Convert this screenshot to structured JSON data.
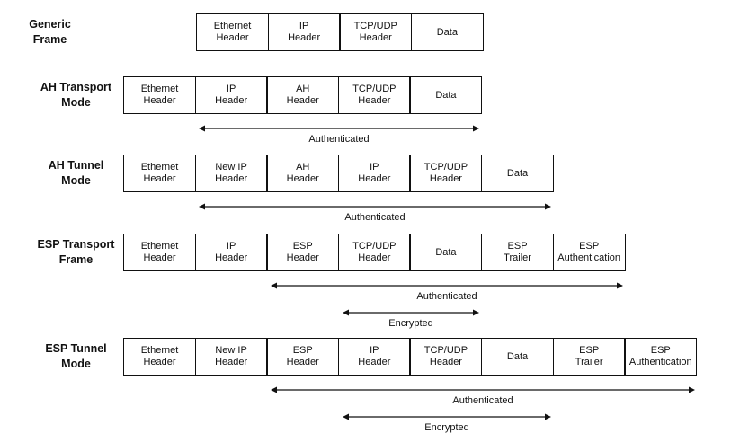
{
  "rows": [
    {
      "label": "Generic\nFrame",
      "cells": [
        "Ethernet\nHeader",
        "IP\nHeader",
        "TCP/UDP\nHeader",
        "Data"
      ],
      "spans": []
    },
    {
      "label": "AH Transport\nMode",
      "cells": [
        "Ethernet\nHeader",
        "IP\nHeader",
        "AH\nHeader",
        "TCP/UDP\nHeader",
        "Data"
      ],
      "spans": [
        {
          "label": "Authenticated",
          "from_cell": 1,
          "to_cell": 4
        }
      ]
    },
    {
      "label": "AH Tunnel\nMode",
      "cells": [
        "Ethernet\nHeader",
        "New IP\nHeader",
        "AH\nHeader",
        "IP\nHeader",
        "TCP/UDP\nHeader",
        "Data"
      ],
      "spans": [
        {
          "label": "Authenticated",
          "from_cell": 1,
          "to_cell": 5
        }
      ]
    },
    {
      "label": "ESP Transport\nFrame",
      "cells": [
        "Ethernet\nHeader",
        "IP\nHeader",
        "ESP\nHeader",
        "TCP/UDP\nHeader",
        "Data",
        "ESP\nTrailer",
        "ESP\nAuthentication"
      ],
      "spans": [
        {
          "label": "Authenticated",
          "from_cell": 2,
          "to_cell": 6
        },
        {
          "label": "Encrypted",
          "from_cell": 3,
          "to_cell": 4
        }
      ]
    },
    {
      "label": "ESP Tunnel\nMode",
      "cells": [
        "Ethernet\nHeader",
        "New IP\nHeader",
        "ESP\nHeader",
        "IP\nHeader",
        "TCP/UDP\nHeader",
        "Data",
        "ESP\nTrailer",
        "ESP\nAuthentication"
      ],
      "spans": [
        {
          "label": "Authenticated",
          "from_cell": 2,
          "to_cell": 7
        },
        {
          "label": "Encrypted",
          "from_cell": 3,
          "to_cell": 5
        }
      ]
    }
  ]
}
